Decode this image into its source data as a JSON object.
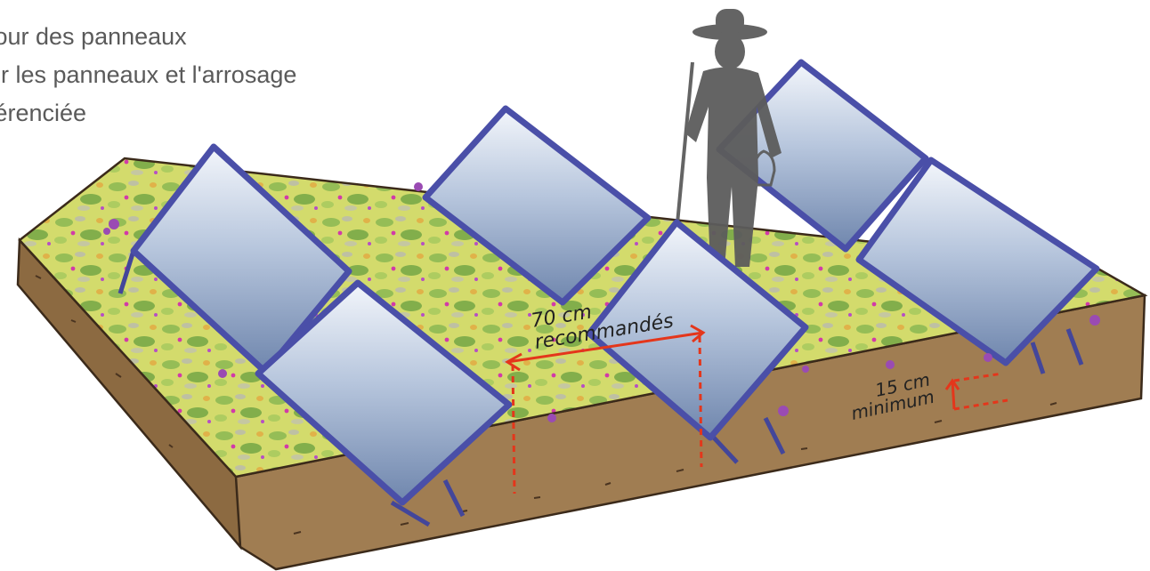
{
  "caption": {
    "lines": [
      "tour des panneaux",
      "er les panneaux et l'arrosage",
      "férenciée"
    ]
  },
  "annotations": {
    "spacing_value": "70 cm",
    "spacing_label": "recommandés",
    "height_value": "15 cm",
    "height_label": "minimum"
  },
  "colors": {
    "soil": "#9c7a4e",
    "grass": "#cfd86a",
    "panel_frame": "#4a4fa8",
    "panel_glass": "#8aa2c4",
    "measure": "#e4361b",
    "person": "#5a5a5a"
  }
}
